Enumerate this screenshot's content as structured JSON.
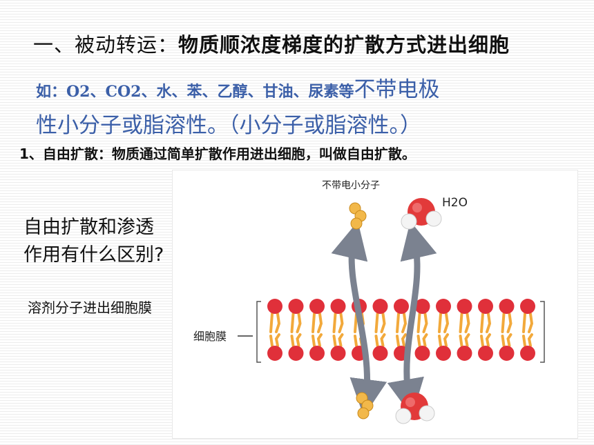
{
  "heading": {
    "lead": "一、被动转运：",
    "rest": "物质顺浓度梯度的扩散方式进出细胞"
  },
  "examples": {
    "small": "如：O2、CO2、水、苯、乙醇、甘油、尿素等",
    "big_line1": "不带电极",
    "big_line2": "性小分子或脂溶性。（小分子或脂溶性。）"
  },
  "subheading": "1、自由扩散：物质通过简单扩散作用进出细胞，叫做自由扩散。",
  "question": {
    "line1": "自由扩散和渗透",
    "line2": "作用有什么区别?"
  },
  "answer": "溶剂分子进出细胞膜",
  "figure": {
    "label_molecule": "不带电小分子",
    "label_h2o": "H2O",
    "label_membrane": "细胞膜",
    "colors": {
      "head": "#e0303a",
      "tail": "#f2a93b",
      "arrow": "#7b8290",
      "molecule": "#f2b84a",
      "water_o": "#e23a3a"
    }
  }
}
